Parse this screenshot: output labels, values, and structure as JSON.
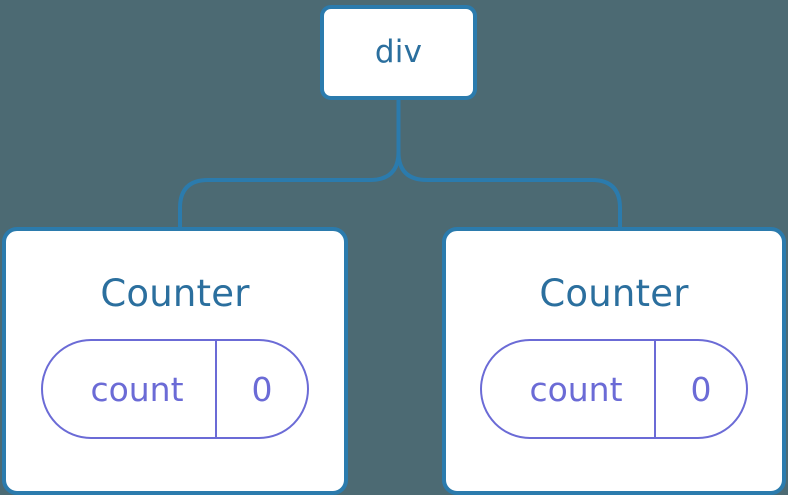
{
  "canvas": {
    "background_color": "#4c6a73",
    "edge_color": "#2b7bad",
    "node_border_color": "#2b7bad",
    "node_fill_color": "#ffffff",
    "node_label_color": "#2b6f9e",
    "state_color": "#6b6bd6"
  },
  "tree": {
    "root": {
      "label": "div"
    },
    "children": [
      {
        "label": "Counter",
        "state": {
          "key": "count",
          "value": "0"
        }
      },
      {
        "label": "Counter",
        "state": {
          "key": "count",
          "value": "0"
        }
      }
    ]
  }
}
